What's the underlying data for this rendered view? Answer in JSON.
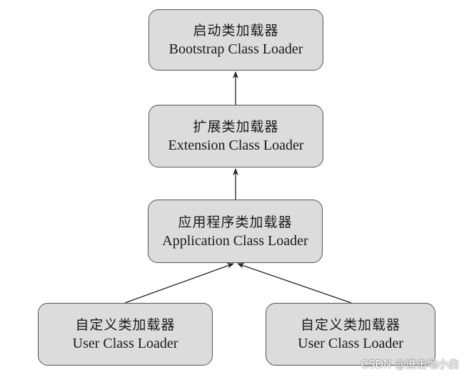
{
  "nodes": {
    "bootstrap": {
      "zh": "启动类加载器",
      "en": "Bootstrap Class Loader"
    },
    "extension": {
      "zh": "扩展类加载器",
      "en": "Extension Class Loader"
    },
    "application": {
      "zh": "应用程序类加载器",
      "en": "Application Class Loader"
    },
    "user_left": {
      "zh": "自定义类加载器",
      "en": "User Class Loader"
    },
    "user_right": {
      "zh": "自定义类加载器",
      "en": "User Class Loader"
    }
  },
  "edges": [
    {
      "from": "extension",
      "to": "bootstrap"
    },
    {
      "from": "application",
      "to": "extension"
    },
    {
      "from": "user_left",
      "to": "application"
    },
    {
      "from": "user_right",
      "to": "application"
    }
  ],
  "watermark": "CSDN @进击地小白",
  "colors": {
    "node_fill": "#dcdcdc",
    "node_border": "#555555",
    "arrow": "#222222"
  }
}
